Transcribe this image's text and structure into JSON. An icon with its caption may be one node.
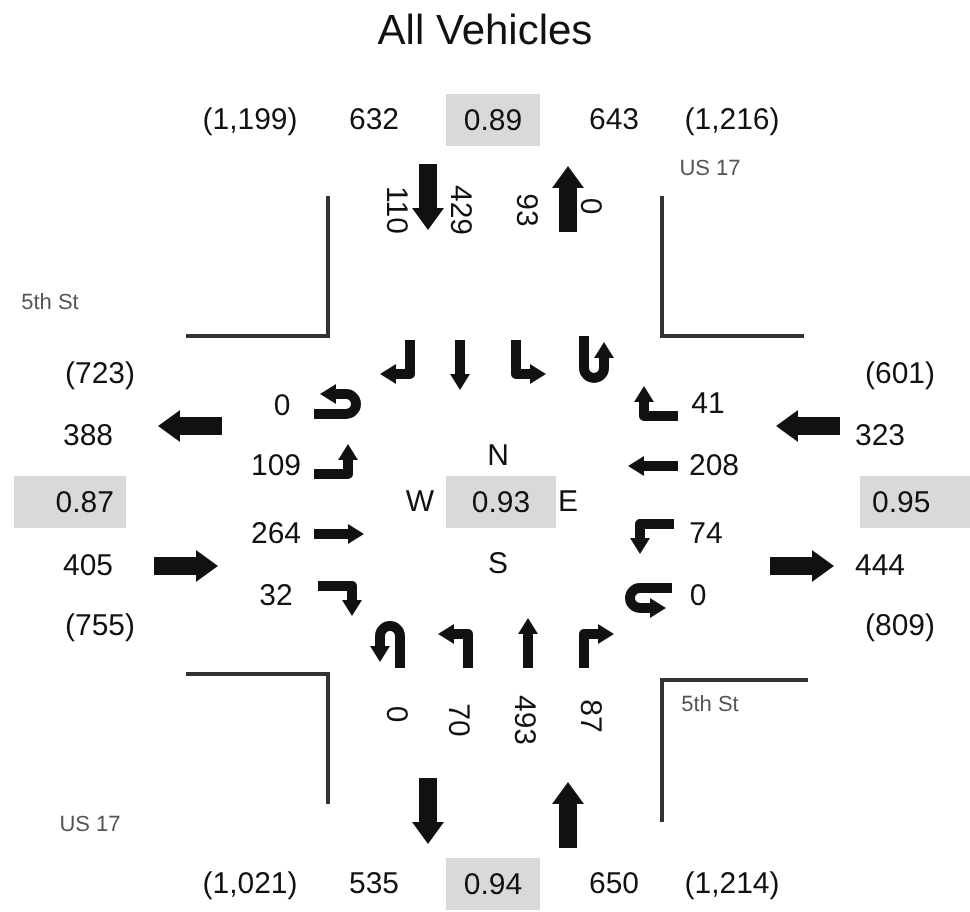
{
  "diagram": {
    "title": "All Vehicles",
    "labels": [
      "(1,199)",
      "632",
      "0.89",
      "643",
      "(1,216)",
      "US 17",
      "110",
      "429",
      "93",
      "0",
      "5th St",
      "(723)",
      "(601)",
      "0",
      "41",
      "388",
      "323",
      "N",
      "109",
      "208",
      "0.87",
      "W",
      "0.93",
      "E",
      "0.95",
      "264",
      "74",
      "405",
      "S",
      "444",
      "32",
      "0",
      "(755)",
      "(809)",
      "5th St",
      "0",
      "70",
      "493",
      "87",
      "US 17",
      "(1,021)",
      "535",
      "0.94",
      "650",
      "(1,214)"
    ]
  }
}
